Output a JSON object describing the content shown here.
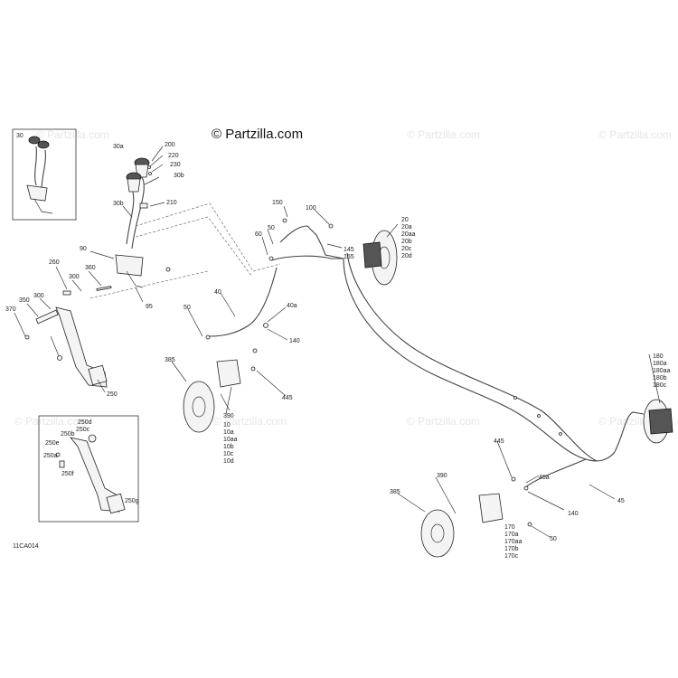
{
  "watermark": {
    "main": "© Partzilla.com",
    "faint": "© Partzilla.com"
  },
  "drawing_code": "11CA014",
  "inset_top": {
    "label": "30"
  },
  "labels": {
    "l30a": "30a",
    "l200": "200",
    "l220": "220",
    "l230": "230",
    "l30b_a": "30b",
    "l30b_b": "30b",
    "l210": "210",
    "l90": "90",
    "l95": "95",
    "l260": "260",
    "l300_a": "300",
    "l360": "360",
    "l350": "350",
    "l300_b": "300",
    "l370": "370",
    "l250": "250",
    "l150": "150",
    "l100": "100",
    "l50_a": "50",
    "l60": "60",
    "l145": "145",
    "l155": "155",
    "l20": "20",
    "l20a": "20a",
    "l20aa": "20aa",
    "l20b": "20b",
    "l20c": "20c",
    "l20d": "20d",
    "l40": "40",
    "l40a": "40a",
    "l50_b": "50",
    "l140_a": "140",
    "l385_a": "385",
    "l445_a": "445",
    "l390_a": "390",
    "l10": "10",
    "l10a": "10a",
    "l10aa": "10aa",
    "l10b": "10b",
    "l10c": "10c",
    "l10d": "10d",
    "l180": "180",
    "l180a": "180a",
    "l180aa": "180aa",
    "l180b": "180b",
    "l180c": "180c",
    "l445_b": "445",
    "l45a": "45a",
    "l45": "45",
    "l390_b": "390",
    "l385_b": "385",
    "l140_b": "140",
    "l170": "170",
    "l170a": "170a",
    "l170aa": "170aa",
    "l170b": "170b",
    "l170c": "170c",
    "l50_c": "50"
  },
  "inset_pedal": {
    "l250d": "250d",
    "l250c": "250c",
    "l250b": "250b",
    "l250e": "250e",
    "l250a": "250a",
    "l250f": "250f",
    "l250g": "250g"
  }
}
